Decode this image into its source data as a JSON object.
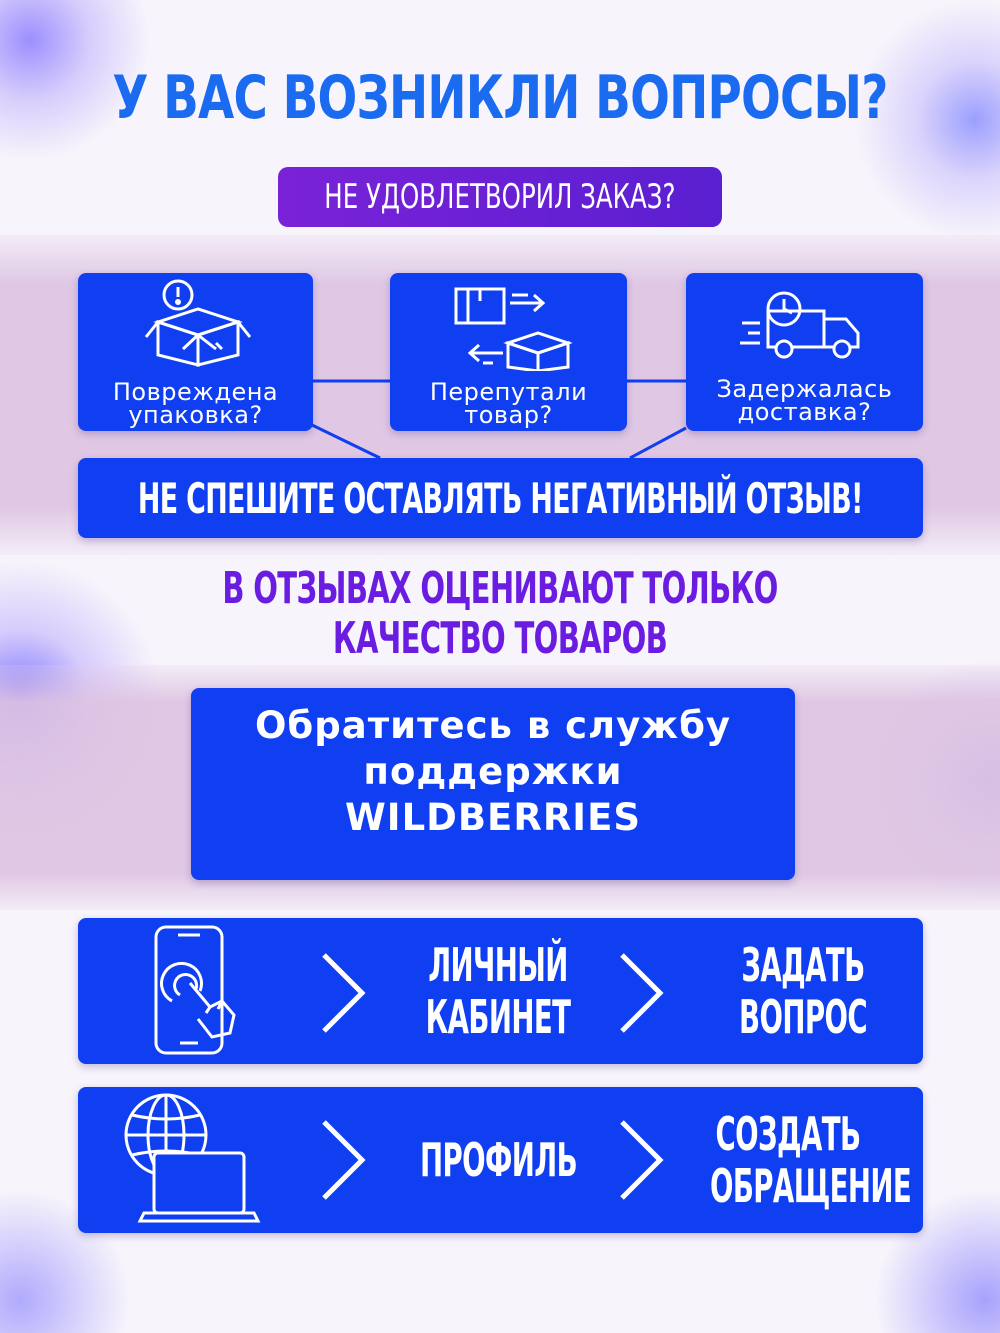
{
  "header": {
    "title": "У ВАС ВОЗНИКЛИ ВОПРОСЫ?",
    "tag": "НЕ УДОВЛЕТВОРИЛ ЗАКАЗ?"
  },
  "problems": [
    {
      "icon": "damaged-box-icon",
      "line1": "Повреждена",
      "line2": "упаковка?"
    },
    {
      "icon": "exchange-boxes-icon",
      "line1": "Перепутали",
      "line2": "товар?"
    },
    {
      "icon": "delivery-truck-clock-icon",
      "line1": "Задержалась",
      "line2": "доставка?"
    }
  ],
  "banner": {
    "text": "НЕ СПЕШИТЕ ОСТАВЛЯТЬ НЕГАТИВНЫЙ ОТЗЫВ!"
  },
  "notice": {
    "line1": "В ОТЗЫВАХ ОЦЕНИВАЮТ ТОЛЬКО",
    "line2": "КАЧЕСТВО ТОВАРОВ"
  },
  "support": {
    "line1": "Обратитесь в службу",
    "line2": "поддержки",
    "line3": "WILDBERRIES"
  },
  "steps": [
    {
      "icon": "phone-tap-icon",
      "step1": [
        "ЛИЧНЫЙ",
        "КАБИНЕТ"
      ],
      "step2": [
        "ЗАДАТЬ",
        "ВОПРОС"
      ]
    },
    {
      "icon": "globe-laptop-icon",
      "step1": [
        "ПРОФИЛЬ"
      ],
      "step2": [
        "СОЗДАТЬ",
        "ОБРАЩЕНИЕ"
      ]
    }
  ],
  "colors": {
    "blue": "#0f3ff0",
    "title_blue": "#1a6bf0",
    "purple": "#6a1de0"
  }
}
